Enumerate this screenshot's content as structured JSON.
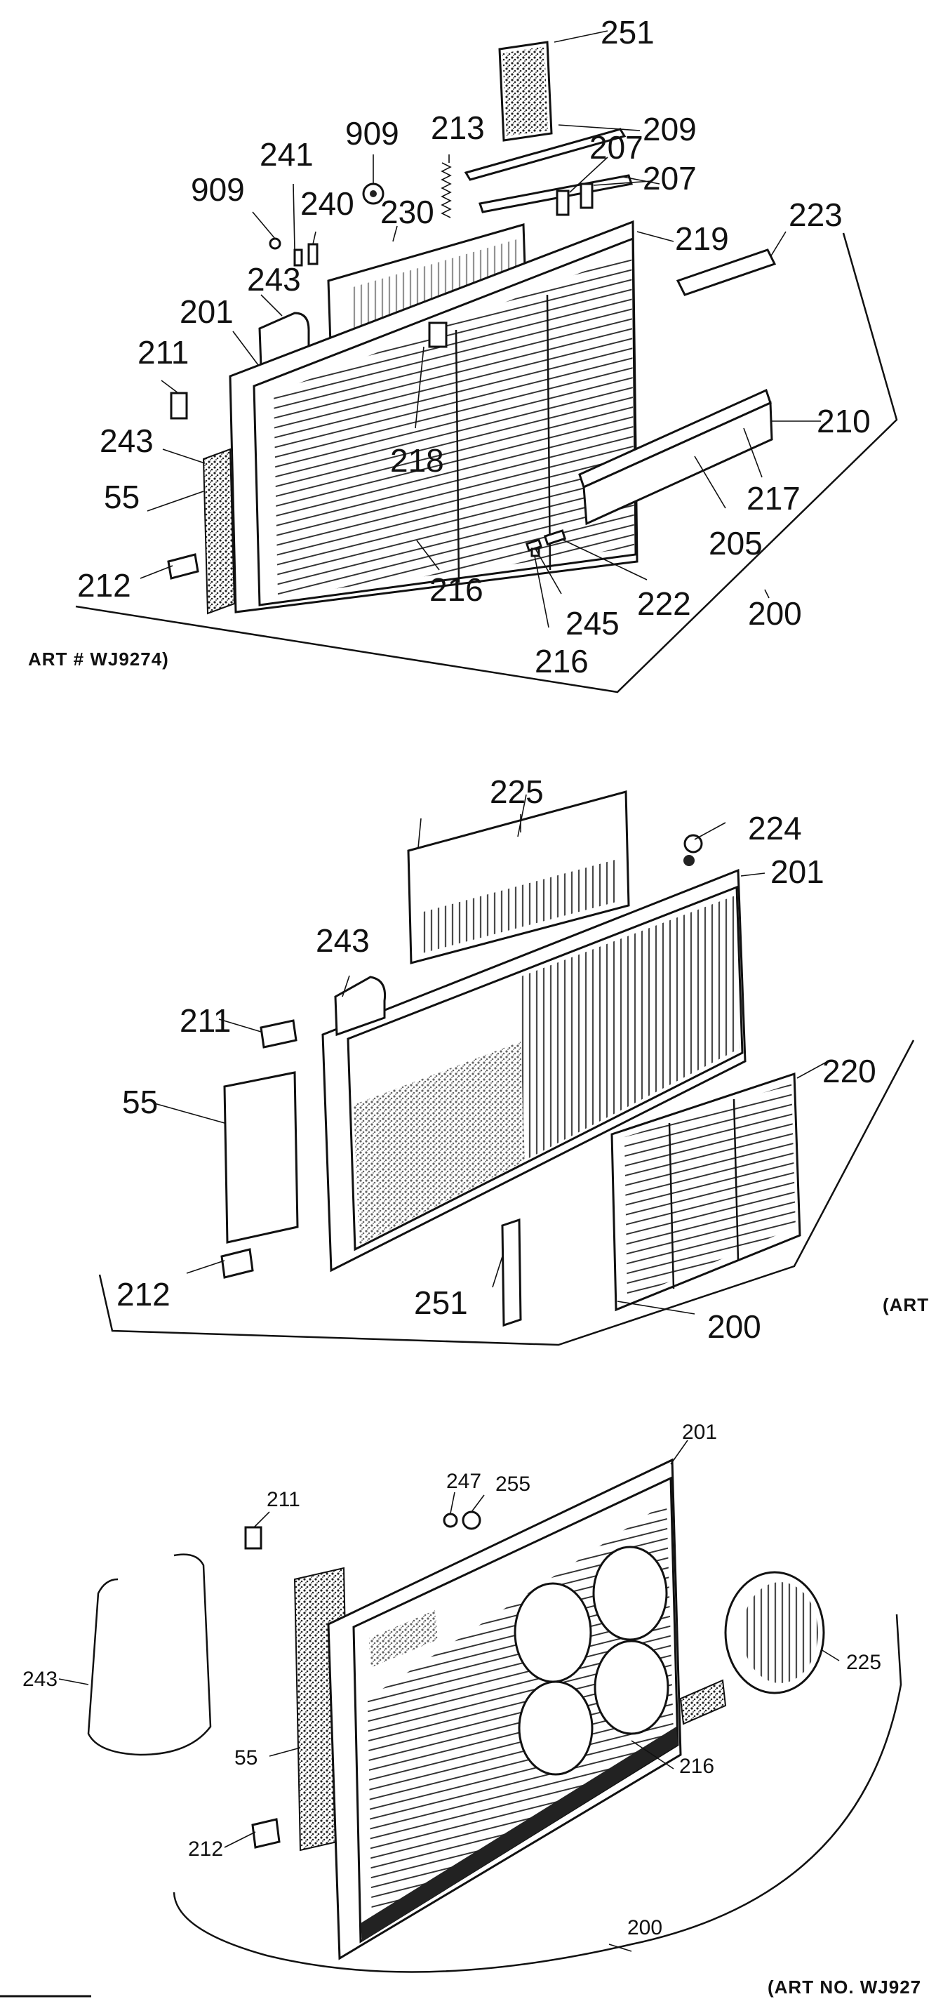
{
  "diagrams": [
    {
      "art_label": "ART # WJ9274)",
      "callouts": [
        "251",
        "209",
        "207",
        "207",
        "909",
        "213",
        "241",
        "909",
        "240",
        "230",
        "219",
        "223",
        "243",
        "201",
        "211",
        "218",
        "210",
        "243",
        "55",
        "217",
        "205",
        "212",
        "216",
        "222",
        "245",
        "200",
        "216"
      ]
    },
    {
      "art_label": "(ART",
      "callouts": [
        "225",
        "224",
        "201",
        "243",
        "211",
        "55",
        "220",
        "212",
        "251",
        "200"
      ]
    },
    {
      "art_label": "(ART NO. WJ927",
      "callouts": [
        "201",
        "247",
        "255",
        "211",
        "243",
        "225",
        "55",
        "216",
        "212",
        "200"
      ]
    }
  ]
}
